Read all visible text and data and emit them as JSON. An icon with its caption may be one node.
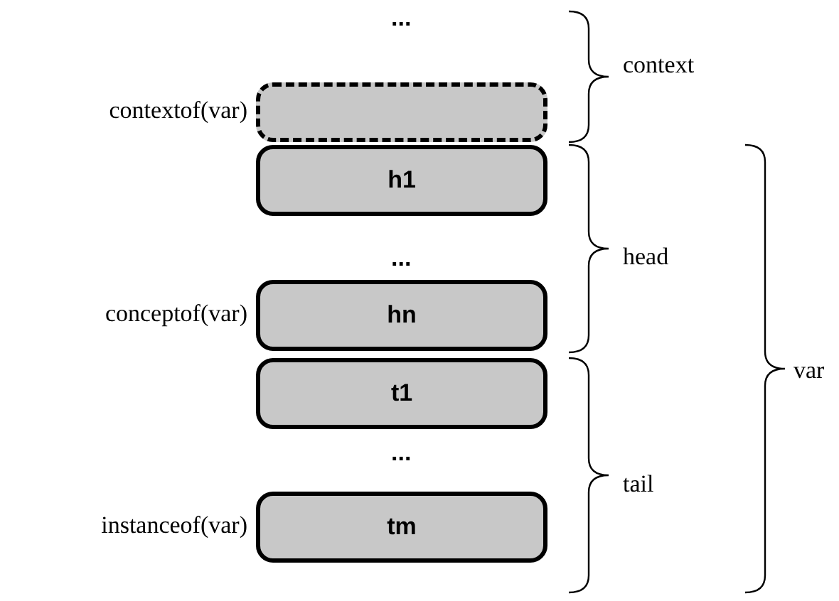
{
  "diagram": {
    "nodes": [
      {
        "text": [],
        "shape": "box",
        "beside": [
          "contextof(var)"
        ]
      },
      {
        "text": [
          "h1"
        ]
      },
      {
        "text": [
          "hn"
        ],
        "beside": [
          "conceptof(var)"
        ]
      },
      {
        "text": [
          "t1"
        ]
      },
      {
        "text": [
          "tm"
        ],
        "beside": [
          "instanceof(var)"
        ]
      }
    ],
    "edges": [],
    "labels": [
      "...",
      "context",
      "head",
      "...",
      "var",
      "tail",
      "..."
    ]
  }
}
